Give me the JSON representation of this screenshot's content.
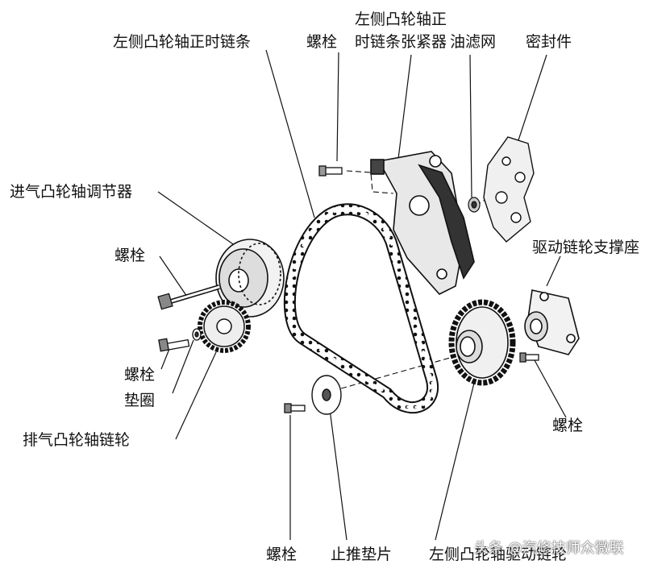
{
  "labels": {
    "left_cam_timing_chain": "左侧凸轮轴正时链条",
    "bolt_top": "螺栓",
    "tensioner_line1": "左侧凸轮轴正",
    "tensioner_line2": "时链条张紧器",
    "oil_filter_screen": "油滤网",
    "seal": "密封件",
    "intake_cam_adjuster": "进气凸轮轴调节器",
    "bolt_adjuster": "螺栓",
    "drive_sprocket_support": "驱动链轮支撑座",
    "bolt_exhaust": "螺栓",
    "washer": "垫圈",
    "exhaust_cam_sprocket": "排气凸轮轴链轮",
    "bolt_support": "螺栓",
    "bolt_bottom": "螺栓",
    "thrust_washer": "止推垫片",
    "left_cam_drive_sprocket": "左侧凸轮轴驱动链轮"
  },
  "watermark": "头条 @汽修技师众微联"
}
